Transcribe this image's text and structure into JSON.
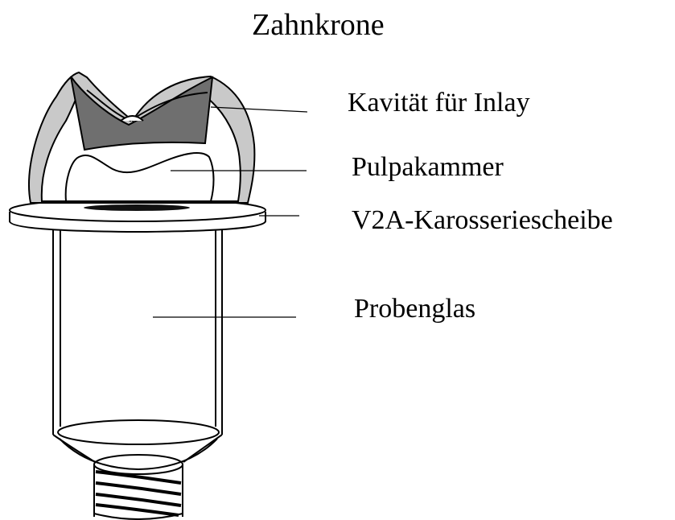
{
  "title": "Zahnkrone",
  "labels": {
    "cavity": "Kavität für Inlay",
    "pulp_chamber": "Pulpakammer",
    "disc": "V2A-Karosseriescheibe",
    "sample_glass": "Probenglas"
  },
  "colors": {
    "enamel": "#c9c9c9",
    "cavity_fill": "#6f6f6f",
    "stroke": "#000000",
    "background": "#ffffff",
    "dark_layer": "#111111"
  }
}
